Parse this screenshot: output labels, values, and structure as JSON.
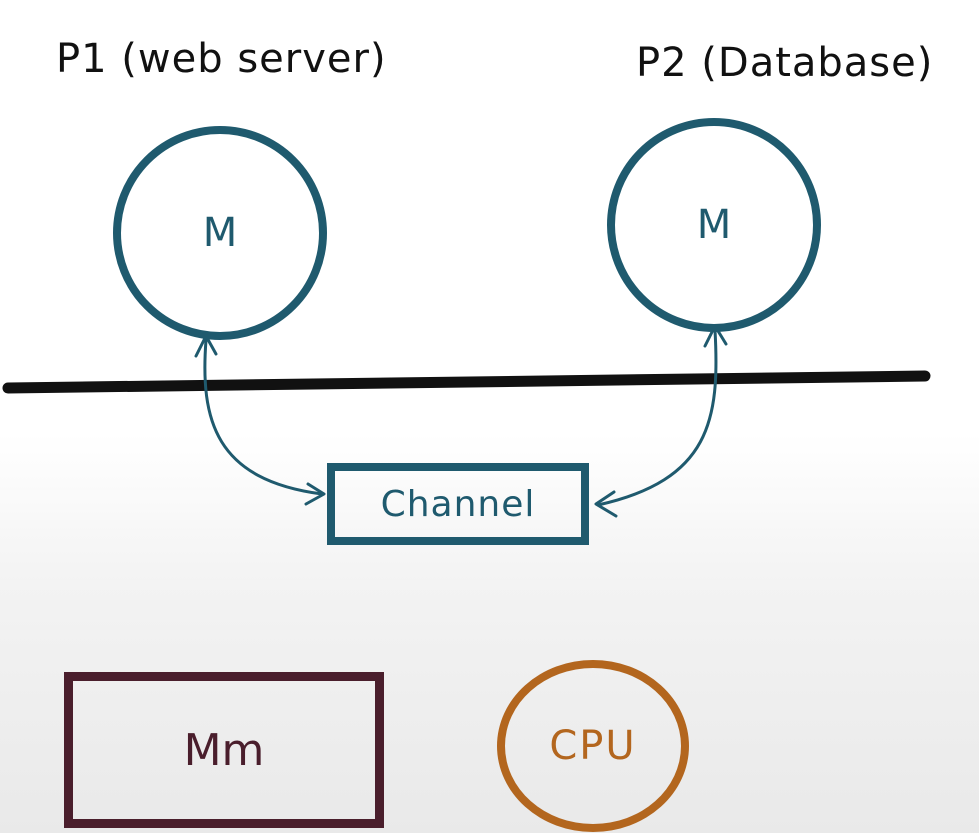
{
  "processes": [
    {
      "label": "P1 (web server)",
      "inner": "M"
    },
    {
      "label": "P2 (Database)",
      "inner": "M"
    }
  ],
  "channel": {
    "label": "Channel"
  },
  "memory": {
    "label": "Mm"
  },
  "cpu": {
    "label": "CPU"
  },
  "colors": {
    "process": "#1f5a6e",
    "memory": "#4a1e2c",
    "cpu": "#b3661e",
    "divider": "#111111"
  }
}
